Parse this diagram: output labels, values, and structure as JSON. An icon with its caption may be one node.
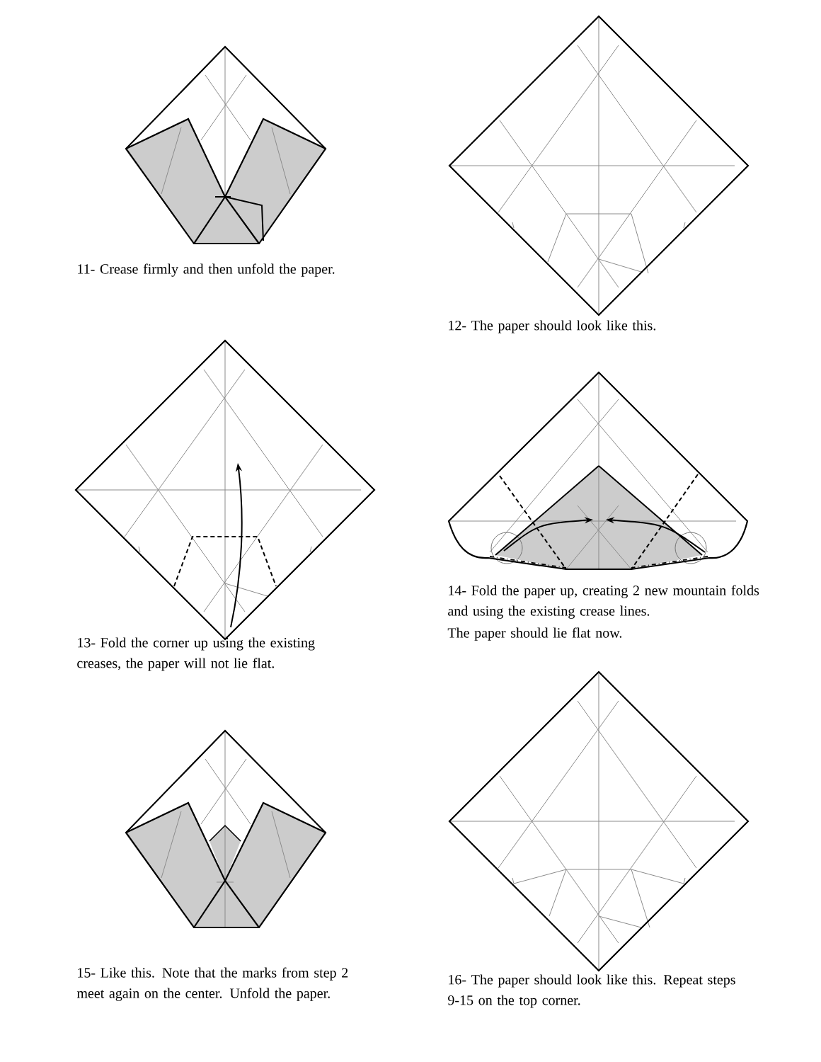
{
  "diagram": {
    "labels": [
      "11- Crease firmly and then unfold the paper.",
      "12- The paper should look like this.",
      "13- Fold the corner up using the existing creases, the paper will not lie flat.",
      "14- Fold the paper up, creating 2 new mountain folds and using the existing crease lines.",
      "The paper should lie flat now.",
      "15- Like this. Note that the marks from step 2 meet again on the center. Unfold the paper.",
      "16- The paper should look like this. Repeat steps 9-15 on the top corner."
    ]
  }
}
